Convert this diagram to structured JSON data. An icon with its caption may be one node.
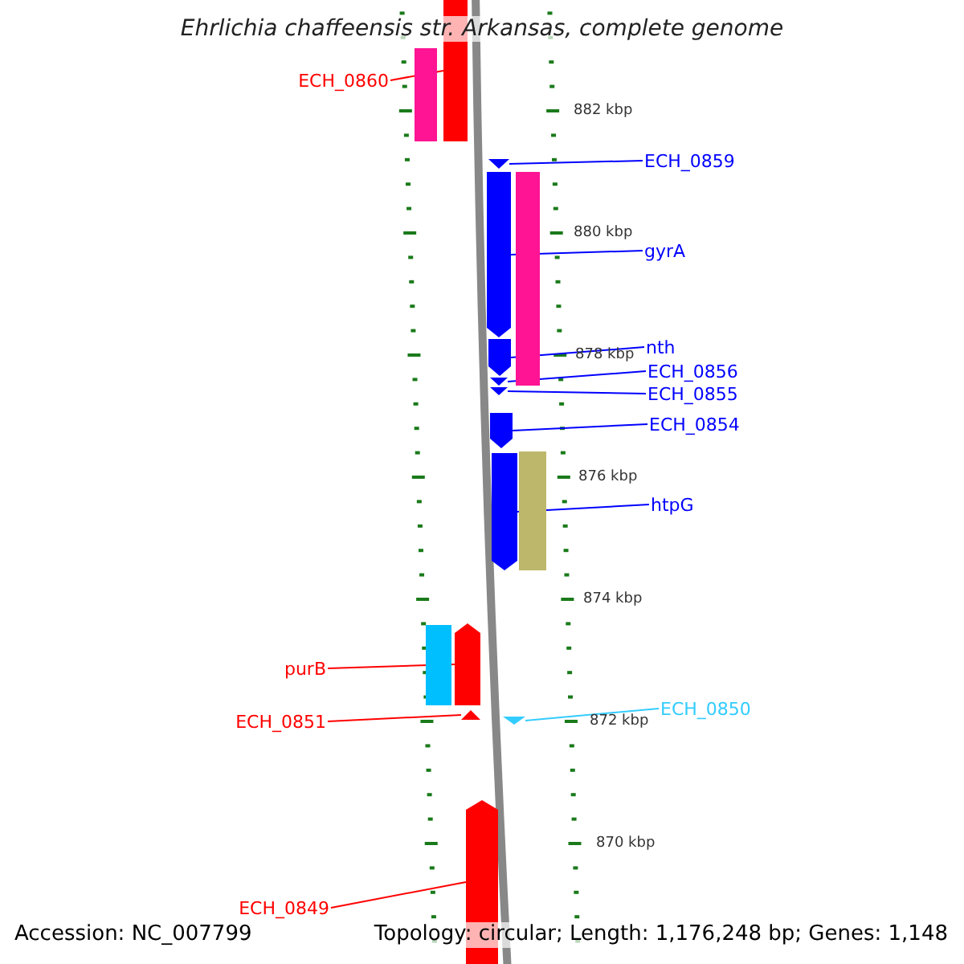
{
  "diagram": {
    "title": "Ehrlichia chaffeensis str. Arkansas, complete genome",
    "nodes": [
      {
        "text": [],
        "shape": "bar"
      },
      {
        "text": [],
        "shape": "bar"
      },
      {
        "text": [],
        "shape": "triangle"
      },
      {
        "text": [],
        "shape": "arrow"
      },
      {
        "text": [],
        "shape": "bar"
      },
      {
        "text": [],
        "shape": "arrow"
      },
      {
        "text": [],
        "shape": "triangle"
      },
      {
        "text": [],
        "shape": "triangle"
      },
      {
        "text": [],
        "shape": "arrow"
      },
      {
        "text": [],
        "shape": "arrow"
      },
      {
        "text": [],
        "shape": "bar"
      },
      {
        "text": [],
        "shape": "bar"
      },
      {
        "text": [],
        "shape": "arrow"
      },
      {
        "text": [],
        "shape": "triangle"
      },
      {
        "text": [],
        "shape": "triangle"
      },
      {
        "text": [],
        "shape": "arrow"
      },
      {
        "text": [
          "ECH_0860"
        ]
      },
      {
        "text": [
          "ECH_0859"
        ]
      },
      {
        "text": [
          "gyrA"
        ]
      },
      {
        "text": [
          "nth"
        ]
      },
      {
        "text": [
          "ECH_0856"
        ]
      },
      {
        "text": [
          "ECH_0855"
        ]
      },
      {
        "text": [
          "ECH_0854"
        ]
      },
      {
        "text": [
          "htpG"
        ]
      },
      {
        "text": [
          "purB"
        ]
      },
      {
        "text": [
          "ECH_0851"
        ]
      },
      {
        "text": [
          "ECH_0850"
        ]
      },
      {
        "text": [
          "ECH_0849"
        ]
      }
    ],
    "edges": [
      {
        "from": 16,
        "to": 0,
        "arrow": "none",
        "color": "#ff0000"
      },
      {
        "from": 17,
        "to": 2,
        "arrow": "none"
      },
      {
        "from": 18,
        "to": 3,
        "arrow": "none"
      },
      {
        "from": 19,
        "to": 5,
        "arrow": "none"
      },
      {
        "from": 20,
        "to": 6,
        "arrow": "none"
      },
      {
        "from": 21,
        "to": 7,
        "arrow": "none"
      },
      {
        "from": 22,
        "to": 8,
        "arrow": "none"
      },
      {
        "from": 23,
        "to": 9,
        "arrow": "none"
      },
      {
        "from": 24,
        "to": 12,
        "arrow": "none",
        "color": "#ff0000"
      },
      {
        "from": 25,
        "to": 13,
        "arrow": "none",
        "color": "#ff0000"
      },
      {
        "from": 26,
        "to": 14,
        "arrow": "none",
        "color": "#33ccff"
      },
      {
        "from": 27,
        "to": 15,
        "arrow": "none",
        "color": "#ff0000"
      }
    ],
    "labels": [
      "882 kbp",
      "880 kbp",
      "878 kbp",
      "876 kbp",
      "874 kbp",
      "872 kbp",
      "870 kbp",
      "Accession: NC_007799",
      "Topology: circular; Length: 1,176,248 bp; Genes: 1,148"
    ]
  }
}
